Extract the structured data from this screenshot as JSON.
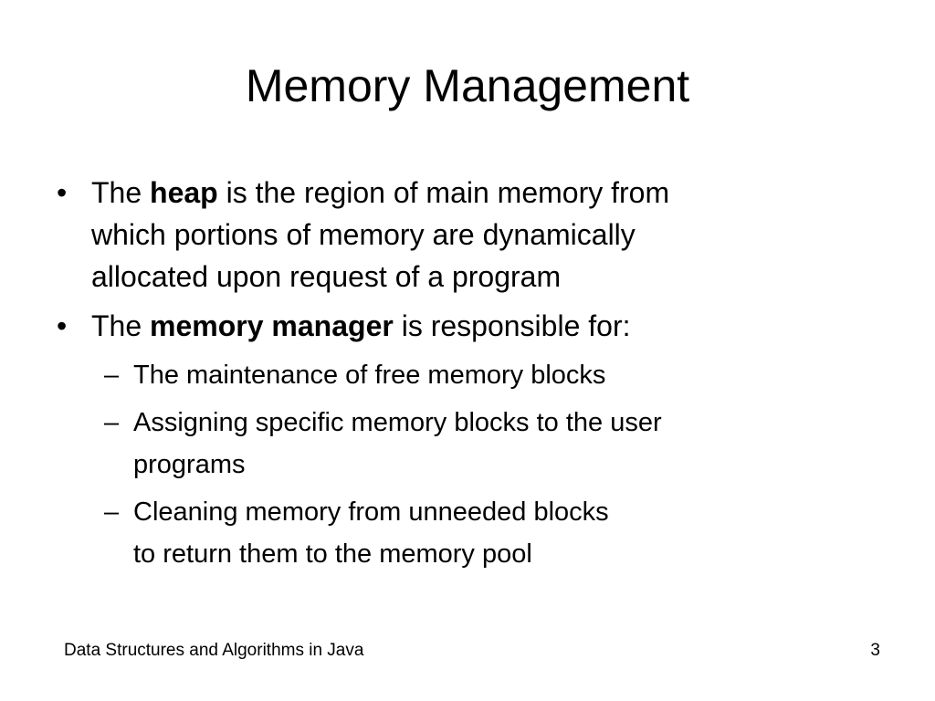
{
  "slide": {
    "title": "Memory Management",
    "bullets": [
      {
        "marker": "•",
        "pre": "The ",
        "bold": "heap",
        "post": " is the region of main memory from",
        "line2": "which portions of memory are dynamically",
        "line3": "allocated upon request of a program"
      },
      {
        "marker": "•",
        "pre": "The ",
        "bold": "memory manager",
        "post": " is responsible for:"
      }
    ],
    "sub_bullets": [
      {
        "marker": "–",
        "line1": "The maintenance of free memory blocks"
      },
      {
        "marker": "–",
        "line1": "Assigning specific memory blocks to the user",
        "line2": "programs"
      },
      {
        "marker": "–",
        "line1": "Cleaning memory from unneeded blocks",
        "line2": "to return them to the memory pool"
      }
    ],
    "footer": {
      "left": "Data Structures and Algorithms in Java",
      "page_number": "3"
    }
  }
}
